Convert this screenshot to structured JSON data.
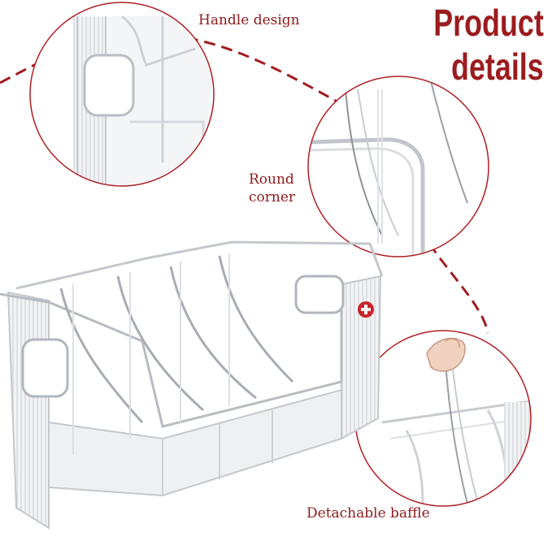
{
  "header": {
    "title_line1": "Product",
    "title_line2": "details"
  },
  "callouts": {
    "handle": "Handle design",
    "round_line1": "Round",
    "round_line2": "corner",
    "baffle": "Detachable baffle"
  },
  "colors": {
    "accent": "#9b1c1f",
    "circle_stroke": "#b01e24",
    "plastic_edge": "#c9ccd1",
    "plastic_fill": "#eef0f3"
  },
  "icons": {
    "badge": "red-cross-badge-icon",
    "hand": "hand-icon"
  }
}
